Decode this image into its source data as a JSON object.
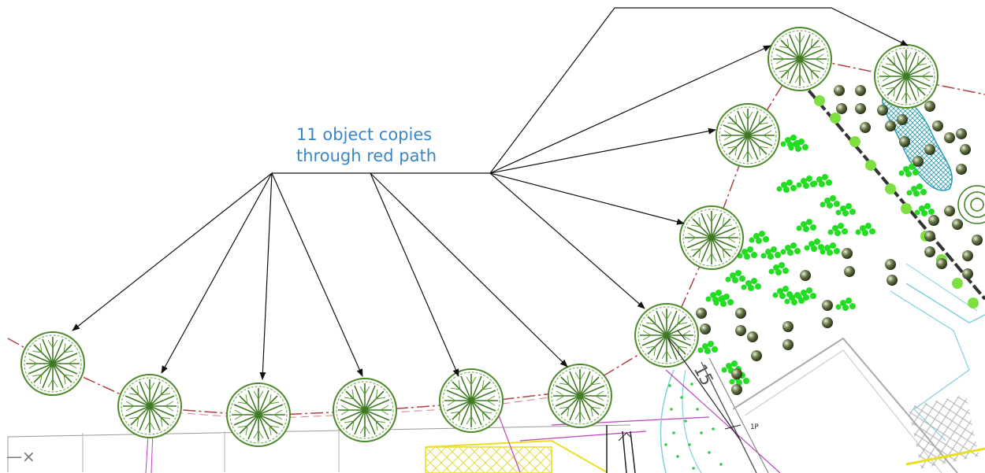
{
  "annotation": {
    "line1": "11 object copies",
    "line2": "through red path"
  },
  "dimension_label_large": "15",
  "dimension_label_small": "1P",
  "ucs_marker": "—×",
  "colors": {
    "annotation_text": "#3a86c8",
    "leader_lines": "#111111",
    "red_path": "#b04040",
    "tree_canopy": "#3e7a22",
    "shrub_green": "#22dd22",
    "cyan_lines": "#7fd0dc",
    "magenta_lines": "#c040c0",
    "yellow_lines": "#e8e020",
    "boulders": "#2c3a18"
  },
  "icons": [
    "tree-symbol-icon",
    "shrub-cluster-icon",
    "boulder-icon",
    "ucs-crosshair-icon"
  ]
}
